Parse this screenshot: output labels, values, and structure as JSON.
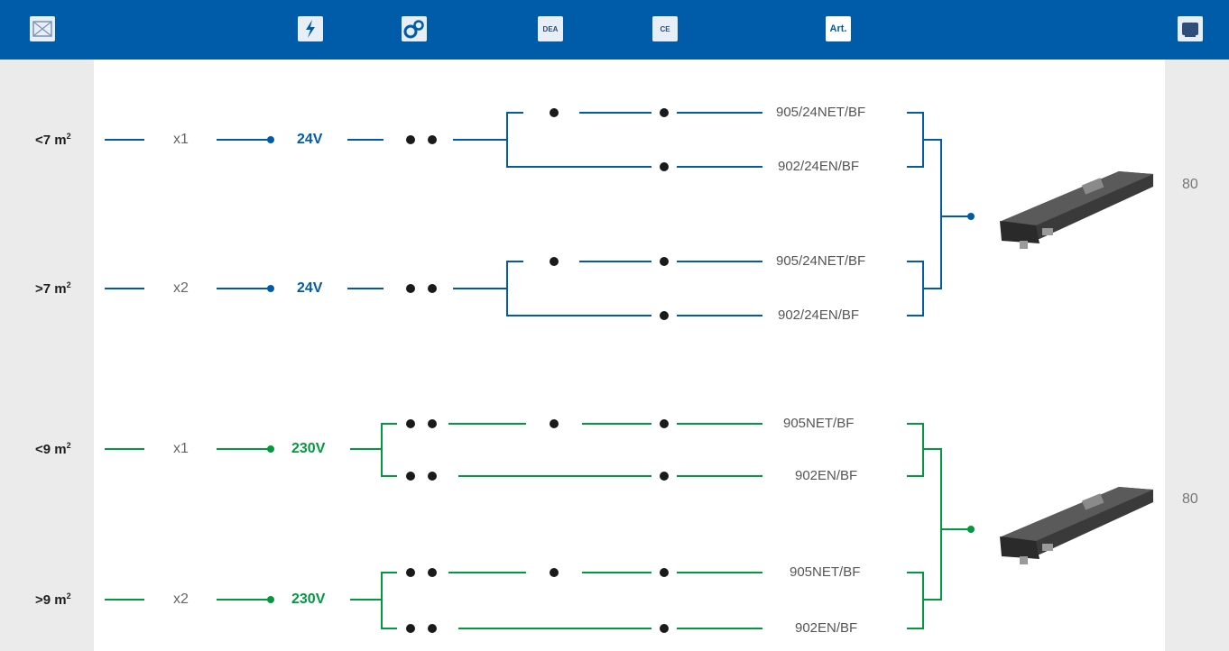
{
  "header": {
    "icons": [
      {
        "name": "window-icon"
      },
      {
        "name": "power-icon"
      },
      {
        "name": "gears-icon"
      },
      {
        "name": "dea-logo-icon",
        "label": "DEA"
      },
      {
        "name": "standards-icon",
        "label": "CE"
      },
      {
        "name": "article-icon",
        "label": "Art."
      },
      {
        "name": "motor-icon"
      }
    ]
  },
  "colors": {
    "blue": "#005ca9",
    "green": "#009a3e",
    "panel": "#ebebeb"
  },
  "rows": [
    {
      "area": "<7 m",
      "qty": "x1",
      "voltage": "24V"
    },
    {
      "area": ">7 m",
      "qty": "x2",
      "voltage": "24V"
    },
    {
      "area": "<9 m",
      "qty": "x1",
      "voltage": "230V"
    },
    {
      "area": ">9 m",
      "qty": "x2",
      "voltage": "230V"
    }
  ],
  "area_superscript": "2",
  "codes": {
    "blue_a_top": "905/24NET/BF",
    "blue_a_bottom": "902/24EN/BF",
    "blue_b_top": "905/24NET/BF",
    "blue_b_bottom": "902/24EN/BF",
    "green_a_top": "905NET/BF",
    "green_a_bottom": "902EN/BF",
    "green_b_top": "905NET/BF",
    "green_b_bottom": "902EN/BF"
  },
  "values": {
    "blue": "80",
    "green": "80"
  }
}
